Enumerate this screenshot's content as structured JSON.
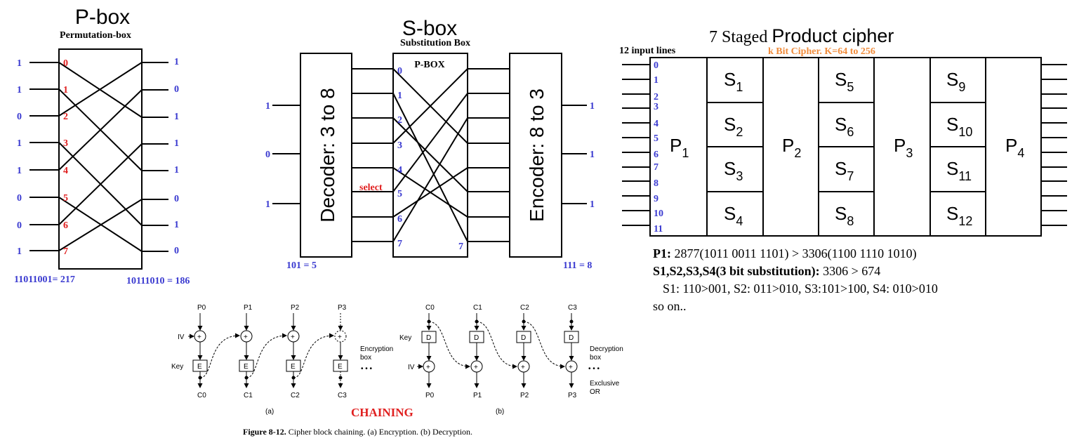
{
  "pbox": {
    "title": "P-box",
    "subtitle": "Permutation-box",
    "inputs": [
      "1",
      "1",
      "0",
      "1",
      "1",
      "0",
      "0",
      "1"
    ],
    "outputs": [
      "1",
      "0",
      "1",
      "1",
      "1",
      "0",
      "1",
      "0"
    ],
    "ports": [
      "0",
      "1",
      "2",
      "3",
      "4",
      "5",
      "6",
      "7"
    ],
    "left_caption": "11011001= 217",
    "right_caption": "10111010 = 186"
  },
  "sbox": {
    "title": "S-box",
    "subtitle": "Substitution Box",
    "inner_title": "P-BOX",
    "decoder": "Decoder: 3 to 8",
    "encoder": "Encoder: 8 to 3",
    "inputs": [
      "1",
      "0",
      "1"
    ],
    "outputs": [
      "1",
      "1",
      "1"
    ],
    "ports": [
      "0",
      "1",
      "2",
      "3",
      "4",
      "5",
      "6",
      "7"
    ],
    "out_port": "7",
    "select": "select",
    "left_caption": "101 = 5",
    "right_caption": "111 = 8"
  },
  "product": {
    "title_serif": "7 Staged ",
    "title_sans": "Product cipher",
    "input_lines": "12 input lines",
    "kbit": "k Bit Cipher. K=64 to 256",
    "line_numbers": [
      "0",
      "1",
      "2",
      "3",
      "4",
      "5",
      "6",
      "7",
      "8",
      "9",
      "10",
      "11"
    ],
    "pboxes": [
      {
        "main": "P",
        "sub": "1"
      },
      {
        "main": "P",
        "sub": "2"
      },
      {
        "main": "P",
        "sub": "3"
      },
      {
        "main": "P",
        "sub": "4"
      }
    ],
    "sboxes": [
      [
        {
          "main": "S",
          "sub": "1"
        },
        {
          "main": "S",
          "sub": "2"
        },
        {
          "main": "S",
          "sub": "3"
        },
        {
          "main": "S",
          "sub": "4"
        }
      ],
      [
        {
          "main": "S",
          "sub": "5"
        },
        {
          "main": "S",
          "sub": "6"
        },
        {
          "main": "S",
          "sub": "7"
        },
        {
          "main": "S",
          "sub": "8"
        }
      ],
      [
        {
          "main": "S",
          "sub": "9"
        },
        {
          "main": "S",
          "sub": "10"
        },
        {
          "main": "S",
          "sub": "11"
        },
        {
          "main": "S",
          "sub": "12"
        }
      ]
    ],
    "note1_label": "P1:",
    "note1_text": " 2877(1011 0011 1101) > 3306(1100 1110 1010)",
    "note2_label": "S1,S2,S3,S4(3 bit substitution):",
    "note2_text": " 3306 > 674",
    "note3": "S1: 110>001, S2: 011>010, S3:101>100, S4: 010>010",
    "note4": "so on.."
  },
  "chaining": {
    "label": "CHAINING",
    "caption_bold": "Figure 8-12.",
    "caption_rest": "  Cipher block chaining. (a) Encryption. (b) Decryption.",
    "enc": {
      "plain": [
        "P0",
        "P1",
        "P2",
        "P3"
      ],
      "cipher": [
        "C0",
        "C1",
        "C2",
        "C3"
      ],
      "iv": "IV",
      "key": "Key",
      "box": "E",
      "xor": "+",
      "box_label_1": "Encryption",
      "box_label_2": "box",
      "dots": "• • •",
      "tag": "(a)"
    },
    "dec": {
      "cipher": [
        "C0",
        "C1",
        "C2",
        "C3"
      ],
      "plain": [
        "P0",
        "P1",
        "P2",
        "P3"
      ],
      "iv": "IV",
      "key": "Key",
      "box": "D",
      "xor": "+",
      "box_label_1": "Decryption",
      "box_label_2": "box",
      "xor_label_1": "Exclusive",
      "xor_label_2": "OR",
      "dots": "• • •",
      "tag": "(b)"
    }
  }
}
